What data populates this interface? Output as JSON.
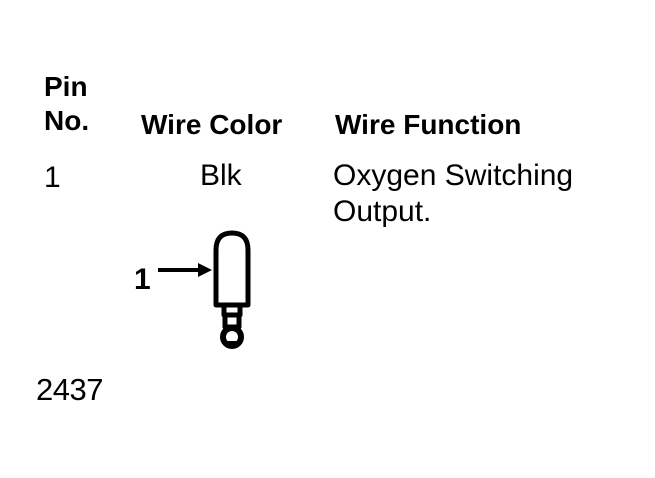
{
  "table": {
    "headers": {
      "pin_line1": "Pin",
      "pin_line2": "No.",
      "wire_color": "Wire Color",
      "wire_function": "Wire Function"
    },
    "rows": [
      {
        "pin": "1",
        "color": "Blk",
        "function_line1": "Oxygen Switching",
        "function_line2": "Output."
      }
    ]
  },
  "diagram": {
    "pin_callout": "1"
  },
  "figure_number": "2437"
}
